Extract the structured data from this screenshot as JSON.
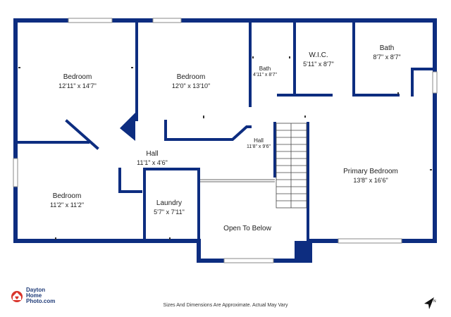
{
  "rooms": [
    {
      "id": "bedroom-1",
      "name": "Bedroom",
      "dims": "12'11\" x 14'7\""
    },
    {
      "id": "bedroom-2",
      "name": "Bedroom",
      "dims": "12'0\" x 13'10\""
    },
    {
      "id": "bath-1",
      "name": "Bath",
      "dims": "4'11\" x 8'7\""
    },
    {
      "id": "wic",
      "name": "W.I.C.",
      "dims": "5'11\" x 8'7\""
    },
    {
      "id": "bath-2",
      "name": "Bath",
      "dims": "8'7\" x 8'7\""
    },
    {
      "id": "hall-1",
      "name": "Hall",
      "dims": "11'1\" x 4'6\""
    },
    {
      "id": "hall-2",
      "name": "Hall",
      "dims": "11'8\" x 9'6\""
    },
    {
      "id": "primary-bedroom",
      "name": "Primary Bedroom",
      "dims": "13'8\" x 16'6\""
    },
    {
      "id": "bedroom-3",
      "name": "Bedroom",
      "dims": "11'2\" x 11'2\""
    },
    {
      "id": "laundry",
      "name": "Laundry",
      "dims": "5'7\" x 7'11\""
    },
    {
      "id": "open-to-below",
      "name": "Open To Below",
      "dims": ""
    }
  ],
  "logo": {
    "line1": "Dayton",
    "line2": "Home",
    "line3": "Photo.com"
  },
  "footer": "Sizes And Dimensions Are Approximate. Actual May Vary",
  "colors": {
    "wall": "#0d2d80",
    "logo_red": "#d9342b",
    "logo_blue": "#1f3b78"
  },
  "icons": {
    "compass": "north-arrow-icon"
  }
}
